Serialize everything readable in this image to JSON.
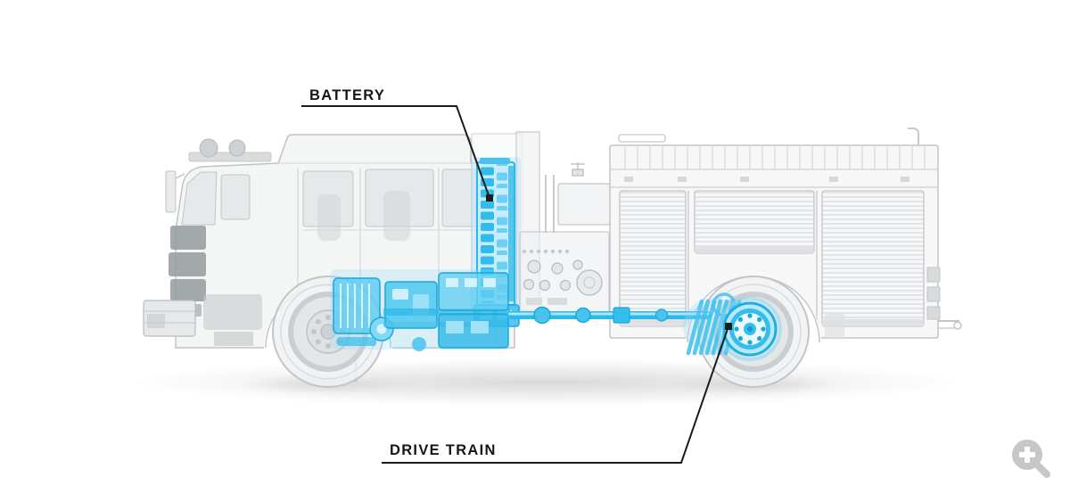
{
  "illustration": {
    "name": "electric-fire-truck-xray-side-view",
    "highlighted_components": [
      "battery",
      "drive train"
    ]
  },
  "callouts": {
    "battery": {
      "label": "BATTERY"
    },
    "drive_train": {
      "label": "DRIVE TRAIN"
    }
  },
  "controls": {
    "zoom": {
      "icon": "magnifier-plus-icon"
    }
  },
  "colors": {
    "background": "#ffffff",
    "highlight_blue": "#2eb8e8",
    "highlight_blue_light": "#7fd8f5",
    "truck_outline_gray": "#c2c5c8",
    "callout_line": "#1b1b1b",
    "callout_text": "#161616",
    "zoom_icon_gray": "#c7c7c7"
  }
}
